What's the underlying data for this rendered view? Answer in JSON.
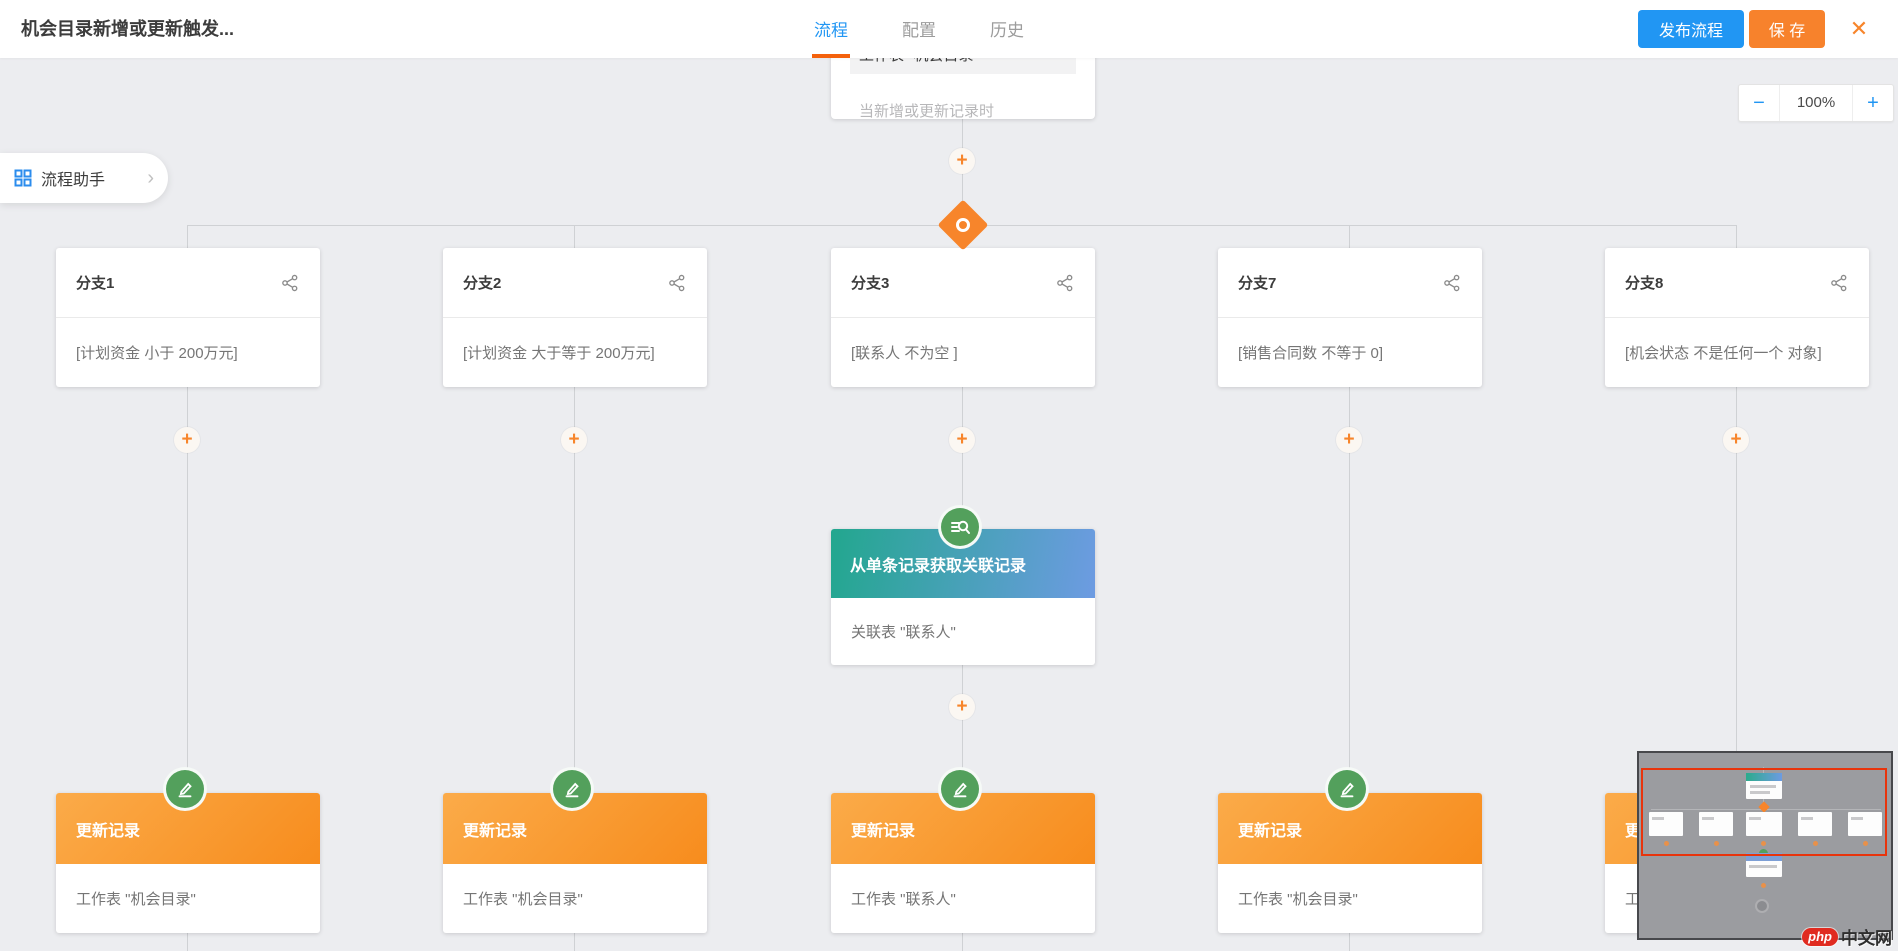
{
  "header": {
    "title": "机会目录新增或更新触发...",
    "tabs": [
      {
        "label": "流程",
        "active": true
      },
      {
        "label": "配置",
        "active": false
      },
      {
        "label": "历史",
        "active": false
      }
    ],
    "publish_label": "发布流程",
    "save_label": "保 存",
    "close_icon": "✕"
  },
  "zoom_control": {
    "minus": "−",
    "level": "100%",
    "plus": "+"
  },
  "assistant": {
    "label": "流程助手",
    "chevron": "›"
  },
  "trigger": {
    "table_row": "工作表 \"机会目录\"",
    "description": "当新增或更新记录时"
  },
  "icons": {
    "plus": "+"
  },
  "branches": [
    {
      "title": "分支1",
      "condition": "[计划资金 小于 200万元]"
    },
    {
      "title": "分支2",
      "condition": "[计划资金 大于等于 200万元]"
    },
    {
      "title": "分支3",
      "condition": "[联系人 不为空 ]"
    },
    {
      "title": "分支7",
      "condition": "[销售合同数 不等于 0]"
    },
    {
      "title": "分支8",
      "condition": "[机会状态 不是任何一个 对象]"
    }
  ],
  "relation_node": {
    "title": "从单条记录获取关联记录",
    "body": "关联表 \"联系人\""
  },
  "updates": [
    {
      "title": "更新记录",
      "body": "工作表 \"机会目录\""
    },
    {
      "title": "更新记录",
      "body": "工作表 \"机会目录\""
    },
    {
      "title": "更新记录",
      "body": "工作表 \"联系人\""
    },
    {
      "title": "更新记录",
      "body": "工作表 \"机会目录\""
    },
    {
      "title": "更新记录",
      "body": "工作表 \"机会目录\""
    }
  ],
  "watermark": {
    "logo": "php",
    "text": "中文网"
  },
  "colors": {
    "accent_blue": "#2196f3",
    "accent_orange": "#f7852b",
    "save_orange": "#f7822c",
    "tab_underline": "#f4610c",
    "relation_gradient_start": "#22a78e",
    "relation_gradient_end": "#6d9be2",
    "update_gradient_start": "#fbab49",
    "update_gradient_end": "#f78c1d",
    "icon_green": "#53a05c",
    "canvas_bg": "#ecedf0",
    "minimap_viewport_red": "#e8340c"
  }
}
